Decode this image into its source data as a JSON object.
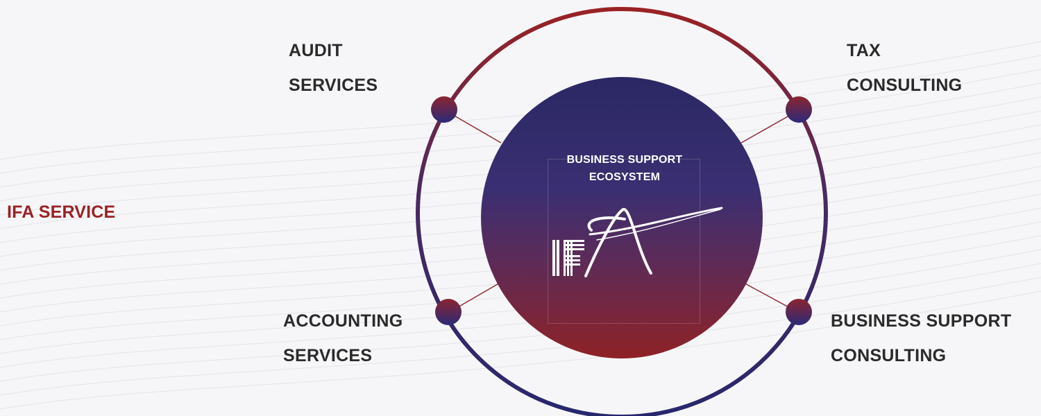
{
  "side_label": "IFA SERVICE",
  "center": {
    "line1": "BUSINESS SUPPORT",
    "line2": "ECOSYSTEM",
    "logo_text": "IFA"
  },
  "services": {
    "audit": {
      "line1": "AUDIT",
      "line2": "SERVICES"
    },
    "tax": {
      "line1": "TAX",
      "line2": "CONSULTING"
    },
    "accounting": {
      "line1": "ACCOUNTING",
      "line2": "SERVICES"
    },
    "business": {
      "line1": "BUSINESS SUPPORT",
      "line2": "CONSULTING"
    }
  },
  "colors": {
    "accent_red": "#9a2224",
    "navy": "#2a2a6a",
    "text_dark": "#2a2a2a",
    "background": "#f6f6f8"
  }
}
